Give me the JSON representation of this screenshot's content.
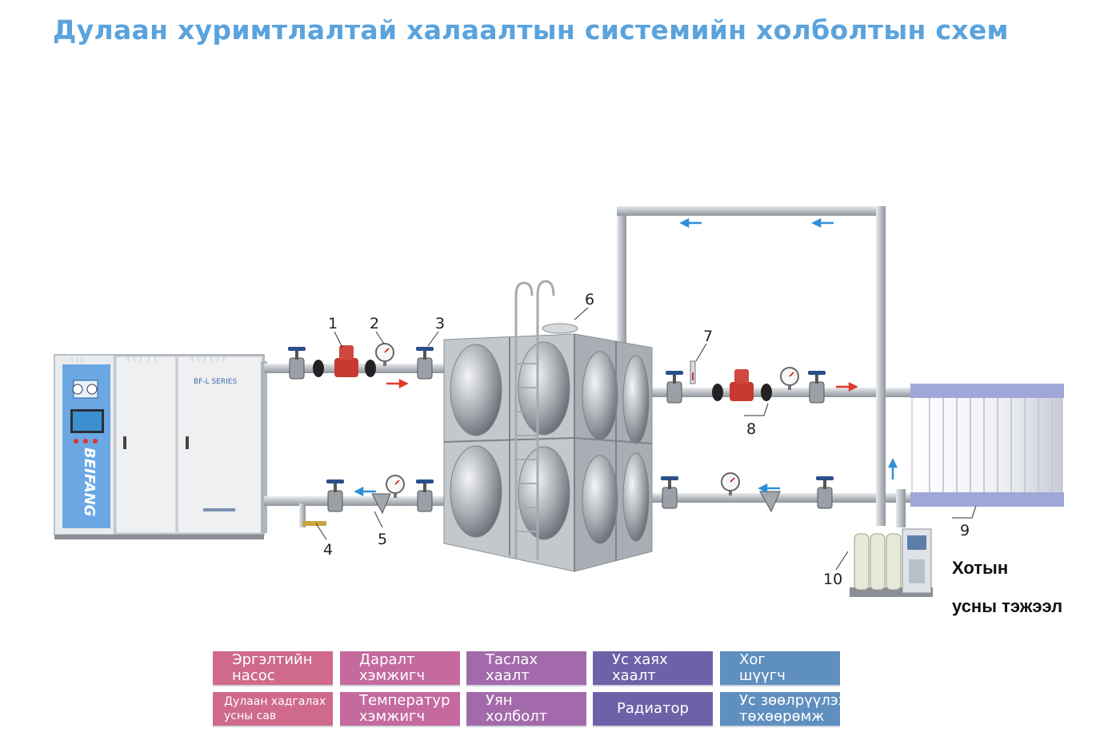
{
  "title": "Дулаан хуримтлалтай халаалтын системийн холболтын схем",
  "boiler": {
    "brand": "BEIFANG",
    "series": "BF-L SERIES"
  },
  "callouts": [
    "1",
    "2",
    "3",
    "4",
    "5",
    "6",
    "7",
    "8",
    "9",
    "10"
  ],
  "city_supply": {
    "line1": "Хотын",
    "line2": "усны тэжээл"
  },
  "legend": [
    {
      "line1": "Эргэлтийн",
      "line2": "насос",
      "color": "#cf6a8a"
    },
    {
      "line1": "Даралт",
      "line2": "хэмжигч",
      "color": "#c46a9e"
    },
    {
      "line1": "Таслах",
      "line2": "хаалт",
      "color": "#a36aab"
    },
    {
      "line1": "Ус хаях",
      "line2": "хаалт",
      "color": "#6d62a8"
    },
    {
      "line1": "Хог",
      "line2": "шүүгч",
      "color": "#5f8fbf"
    },
    {
      "line1": "Дулаан хадгалах",
      "line2": "усны сав",
      "color": "#cf6a8a"
    },
    {
      "line1": "Температур",
      "line2": "хэмжигч",
      "color": "#c46a9e"
    },
    {
      "line1": "Уян",
      "line2": "холболт",
      "color": "#a36aab"
    },
    {
      "line1": "Радиатор",
      "line2": "",
      "color": "#6d62a8"
    },
    {
      "line1": "Ус зөөлрүүлэх",
      "line2": "төхөөрөмж",
      "color": "#5f8fbf"
    }
  ],
  "colors": {
    "title": "#5aa3dd",
    "pipe": "#c9cdd2",
    "flow_hot": "#e03a2f",
    "flow_return": "#2f8fd8"
  }
}
